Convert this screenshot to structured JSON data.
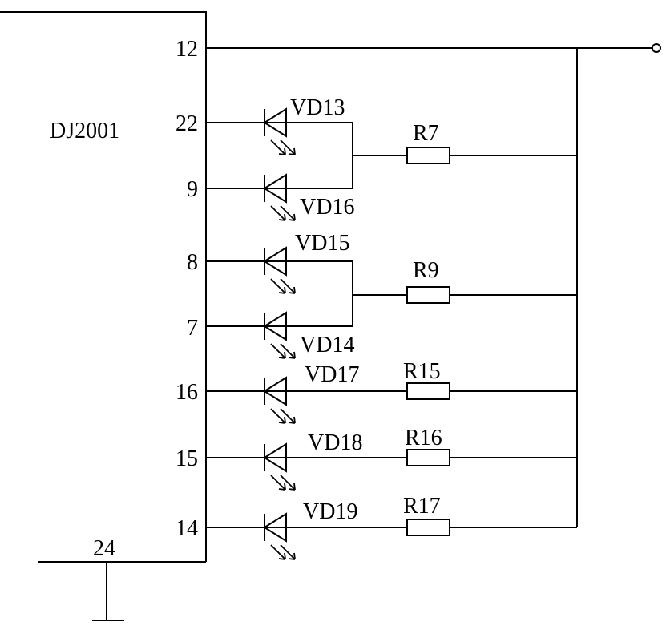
{
  "chip": {
    "name": "DJ2001",
    "ground_pin": "24"
  },
  "pins": {
    "p12": "12",
    "p22": "22",
    "p9": "9",
    "p8": "8",
    "p7": "7",
    "p16": "16",
    "p15": "15",
    "p14": "14"
  },
  "diodes": {
    "vd13": "VD13",
    "vd16": "VD16",
    "vd15": "VD15",
    "vd14": "VD14",
    "vd17": "VD17",
    "vd18": "VD18",
    "vd19": "VD19"
  },
  "resistors": {
    "r7": "R7",
    "r9": "R9",
    "r15": "R15",
    "r16": "R16",
    "r17": "R17"
  }
}
